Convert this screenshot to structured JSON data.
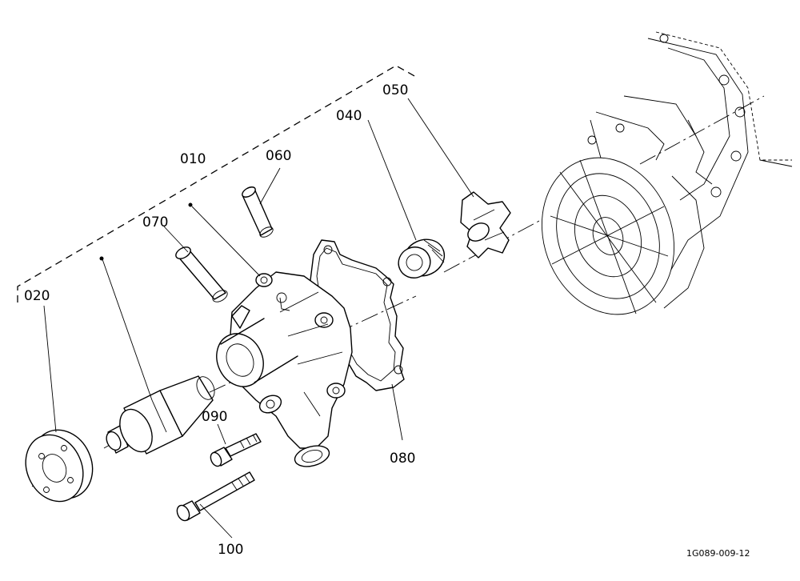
{
  "labels": {
    "p010": "010",
    "p020": "020",
    "p040": "040",
    "p050": "050",
    "p060": "060",
    "p070": "070",
    "p080": "080",
    "p090": "090",
    "p100": "100"
  },
  "drawing_code": "1G089-009-12"
}
